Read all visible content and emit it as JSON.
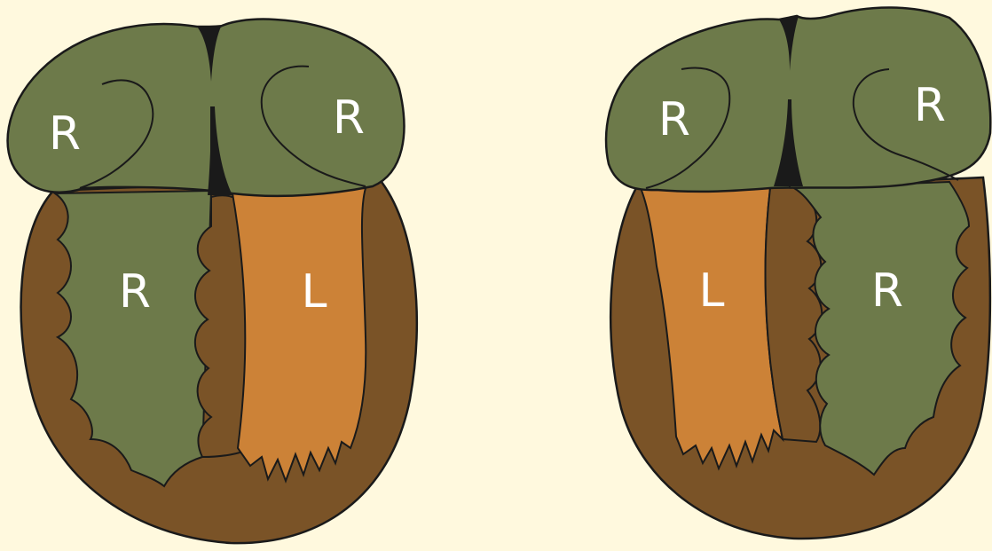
{
  "colors": {
    "background": "#fff9de",
    "ventricle_wall": "#7a5327",
    "right_chamber": "#6d7a4a",
    "left_chamber": "#cc8237",
    "septum_dark": "#1a1a1a",
    "outline": "#1a1a1a",
    "label_text": "#ffffff"
  },
  "hearts": [
    {
      "name": "left-heart",
      "labels": {
        "atrium_left": "R",
        "atrium_right": "R",
        "ventricle_right": "R",
        "ventricle_left": "L"
      }
    },
    {
      "name": "right-heart",
      "labels": {
        "atrium_left": "R",
        "atrium_right": "R",
        "ventricle_left": "L",
        "ventricle_right": "R"
      }
    }
  ]
}
